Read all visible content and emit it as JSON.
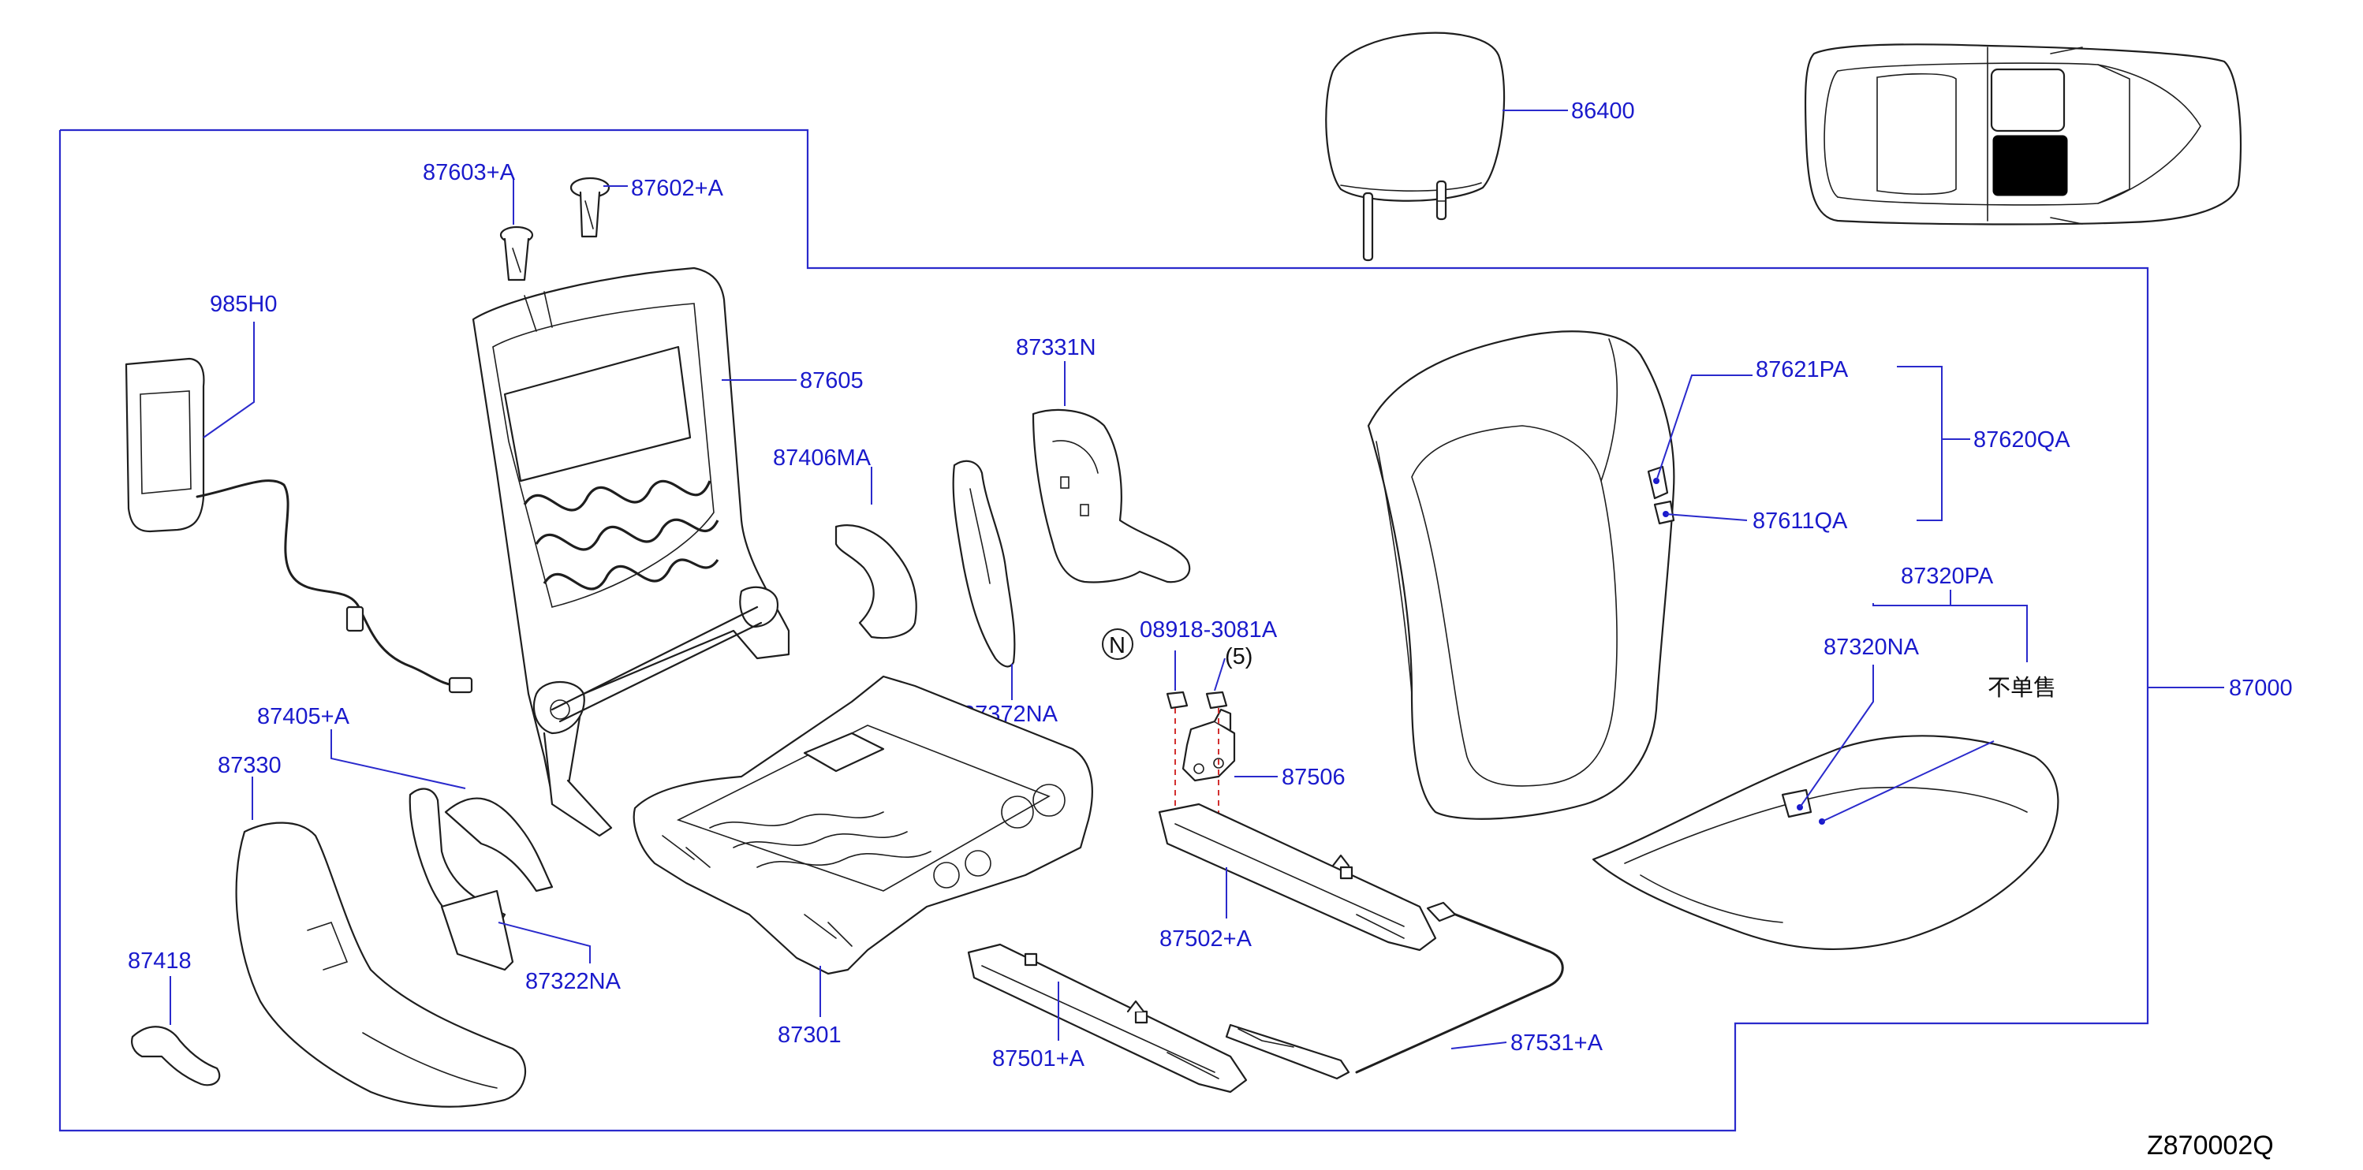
{
  "diagram_code": "Z870002Q",
  "not_sold_separately": "不单售",
  "n_circle_letter": "N",
  "parts": {
    "p86400": "86400",
    "p87000": "87000",
    "p87603A": "87603+A",
    "p87602A": "87602+A",
    "p985H0": "985H0",
    "p87605": "87605",
    "p87331N": "87331N",
    "p87406MA": "87406MA",
    "p87621PA": "87621PA",
    "p87620QA": "87620QA",
    "p87611QA": "87611QA",
    "p87320PA": "87320PA",
    "p87320NA": "87320NA",
    "p08918": "08918-3081A",
    "p08918_qty": "(5)",
    "p87372NA": "87372NA",
    "p87405A": "87405+A",
    "p87330": "87330",
    "p87506": "87506",
    "p87502A": "87502+A",
    "p87322NA": "87322NA",
    "p87418": "87418",
    "p87301": "87301",
    "p87501A": "87501+A",
    "p87531A": "87531+A"
  },
  "colors": {
    "label": "#1a1acc",
    "leader": "#2a2acc",
    "line_art": "#1e1e1e",
    "highlight_seat_cushion": "#000000",
    "dashed_fastener_line": "#d23030"
  }
}
